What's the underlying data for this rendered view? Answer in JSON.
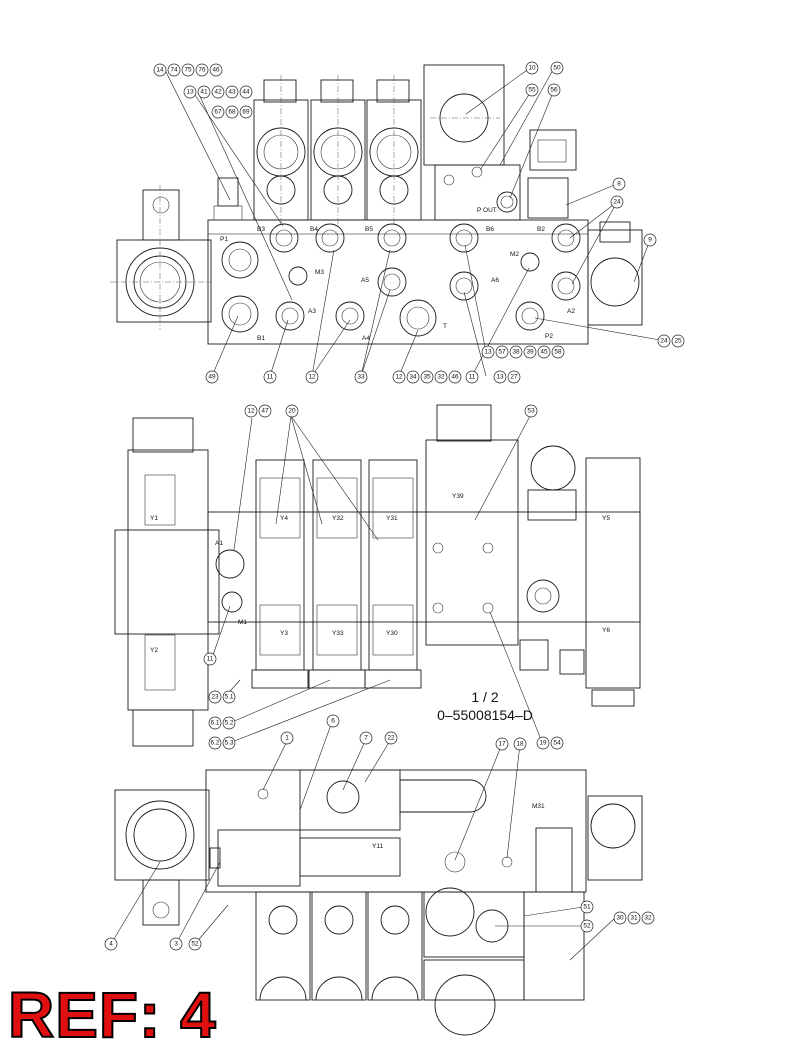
{
  "sheet": {
    "page": "1 / 2",
    "drawing_number": "0–55008154–D"
  },
  "ref_badge": "REF: 4",
  "colors": {
    "ref_badge_fill": "#e01010",
    "ref_badge_outline": "#000000",
    "line": "#1a1a1a"
  },
  "top_view": {
    "bubbles": [
      "14",
      "74",
      "75",
      "76",
      "46",
      "13",
      "41",
      "42",
      "43",
      "44",
      "67",
      "68",
      "69",
      "10",
      "50",
      "55",
      "56",
      "8",
      "24",
      "9",
      "49",
      "11",
      "12",
      "33",
      "12",
      "34",
      "35",
      "32",
      "46",
      "11",
      "13",
      "27",
      "13",
      "57",
      "38",
      "39",
      "45",
      "58",
      "24",
      "25"
    ],
    "port_labels": [
      "P1",
      "B3",
      "B4",
      "B5",
      "B6",
      "B2",
      "M3",
      "A3",
      "A5",
      "A6",
      "M2",
      "B1",
      "A4",
      "T",
      "A2",
      "P2",
      "P OUT"
    ]
  },
  "middle_view": {
    "bubbles": [
      "12",
      "47",
      "20",
      "53",
      "11",
      "23",
      "5.1",
      "6.1",
      "5.2",
      "6.2",
      "5.3",
      "19",
      "54"
    ],
    "port_labels": [
      "A1",
      "M1"
    ],
    "solenoid_labels": [
      "Y4",
      "Y32",
      "Y31",
      "Y3",
      "Y33",
      "Y30",
      "Y39",
      "Y5",
      "Y6",
      "Y1",
      "Y2"
    ]
  },
  "bottom_view": {
    "bubbles": [
      "1",
      "6",
      "7",
      "22",
      "17",
      "18",
      "4",
      "3",
      "52",
      "51",
      "52",
      "30",
      "31",
      "32"
    ],
    "port_labels": [
      "M31",
      "Y11"
    ]
  }
}
